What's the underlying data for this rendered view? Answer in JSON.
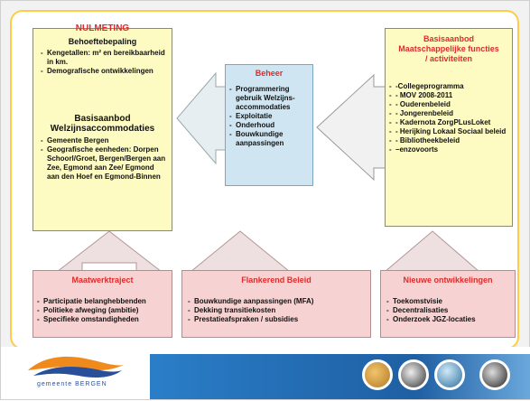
{
  "nulmeting": {
    "title": "NULMETING",
    "heading1": "Behoeftebepaling",
    "items1": [
      "Kengetallen: m² en bereikbaarheid in km.",
      "Demografische ontwikkelingen"
    ],
    "heading2": "Basisaanbod",
    "heading3": "Welzijnsaccommodaties",
    "items2": [
      "Gemeente Bergen",
      "Geografische eenheden: Dorpen Schoorl/Groet, Bergen/Bergen aan Zee, Egmond aan Zee/ Egmond aan den Hoef en Egmond-Binnen"
    ]
  },
  "beheer": {
    "title": "Beheer",
    "items": [
      "Programmering gebruik Welzijns-accommodaties",
      "Exploitatie",
      "Onderhoud",
      "Bouwkundige aanpassingen"
    ]
  },
  "basisaanbod": {
    "title1": "Basisaanbod",
    "title2": "Maatschappelijke functies",
    "title3": "/ activiteiten",
    "items": [
      "-Collegeprogramma",
      "- MOV 2008-2011",
      "- Ouderenbeleid",
      "- Jongerenbeleid",
      "- Kadernota ZorgPLusLoket",
      "- Herijking Lokaal Sociaal beleid",
      "- Bibliotheekbeleid",
      "–enzovoorts"
    ]
  },
  "maatwerk": {
    "title": "Maatwerktraject",
    "items": [
      "Participatie belanghebbenden",
      "Politieke afweging (ambitie)",
      "Specifieke omstandigheden"
    ]
  },
  "flankerend": {
    "title": "Flankerend Beleid",
    "items": [
      "Bouwkundige aanpassingen (MFA)",
      "Dekking transitiekosten",
      "Prestatieafspraken / subsidies"
    ]
  },
  "nieuwe": {
    "title": "Nieuwe ontwikkelingen",
    "items": [
      "Toekomstvisie",
      "Decentralisaties",
      "Onderzoek JGZ-locaties"
    ]
  },
  "footer": {
    "logo_text": "gemeente BERGEN"
  },
  "colors": {
    "frame": "#ffcc44",
    "yellow_box": "#fdfbc2",
    "blue_box": "#cfe6f2",
    "pink_box": "#f7d2d2",
    "title_red": "#e02a2a",
    "down_arrow": "#e0352a",
    "footer_blue": "#1f5fa3"
  }
}
